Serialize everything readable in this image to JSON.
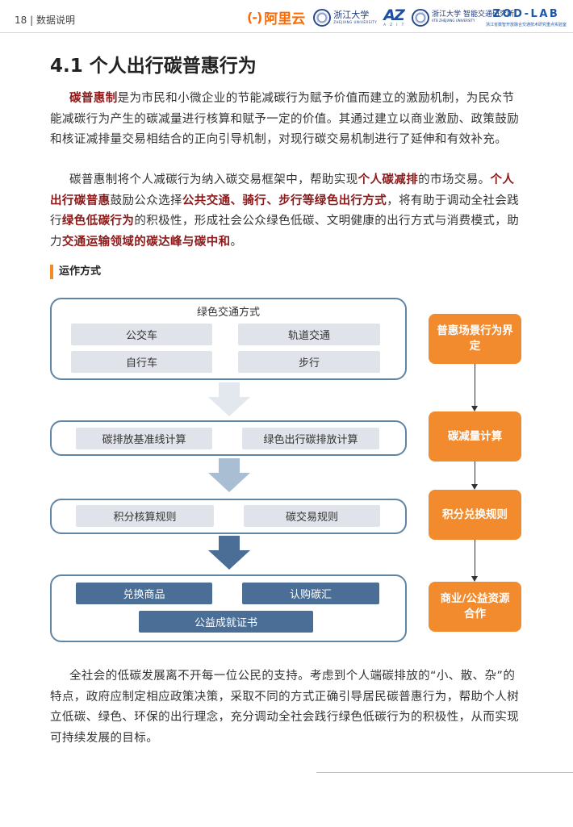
{
  "header": {
    "page_number": "18",
    "section": "数据说明",
    "logos": {
      "aliyun_mark": "(-)",
      "aliyun_name": "阿里云",
      "zju_name": "浙江大学",
      "zju_en": "ZHEJIANG UNIVERSITY",
      "az_mark": "AZ",
      "az_sub": "A Z I T",
      "iitb_name": "浙江大学 智能交通研究所",
      "iitb_sub": "IITB  ZHEJIANG UNIVERSITY",
      "zod_title": "ZOD-LAB",
      "zod_sub": "浙江省数智开放融合交通技术研究重点实验室"
    }
  },
  "title": "4.1 个人出行碳普惠行为",
  "paragraph1": {
    "term": "碳普惠制",
    "text": "是为市民和小微企业的节能减碳行为赋予价值而建立的激励机制，为民众节能减碳行为产生的碳减量进行核算和赋予一定的价值。其通过建立以商业激励、政策鼓励和核证减排量交易相结合的正向引导机制，对现行碳交易机制进行了延伸和有效补充。"
  },
  "paragraph2": {
    "s1": "碳普惠制将个人减碳行为纳入碳交易框架中，帮助实现",
    "h1": "个人碳减排",
    "s2": "的市场交易。",
    "h2": "个人出行碳普惠",
    "s3": "鼓励公众选择",
    "h3": "公共交通、骑行、步行等绿色出行方式",
    "s4": "，将有助于调动全社会践行",
    "h4": "绿色低碳行为",
    "s5": "的积极性，形成社会公众绿色低碳、文明健康的出行方式与消费模式，助力",
    "h5": "交通运输领域的碳达峰与碳中和",
    "s6": "。"
  },
  "section_label": "运作方式",
  "diagram": {
    "group1_title": "绿色交通方式",
    "group1_items": [
      "公交车",
      "轨道交通",
      "自行车",
      "步行"
    ],
    "group2_items": [
      "碳排放基准线计算",
      "绿色出行碳排放计算"
    ],
    "group3_items": [
      "积分核算规则",
      "碳交易规则"
    ],
    "group4_items": [
      "兑换商品",
      "认购碳汇",
      "公益成就证书"
    ],
    "steps": [
      "普惠场景行为界定",
      "碳减量计算",
      "积分兑换规则",
      "商业/公益资源合作"
    ],
    "colors": {
      "frame": "#5f84a4",
      "pill_light": "#e0e4ea",
      "pill_dark": "#4a6e95",
      "step_orange": "#f28a2e"
    }
  },
  "paragraph3": "全社会的低碳发展离不开每一位公民的支持。考虑到个人端碳排放的“小、散、杂”的特点，政府应制定相应政策决策，采取不同的方式正确引导居民碳普惠行为，帮助个人树立低碳、绿色、环保的出行理念，充分调动全社会践行绿色低碳行为的积极性，从而实现可持续发展的目标。"
}
